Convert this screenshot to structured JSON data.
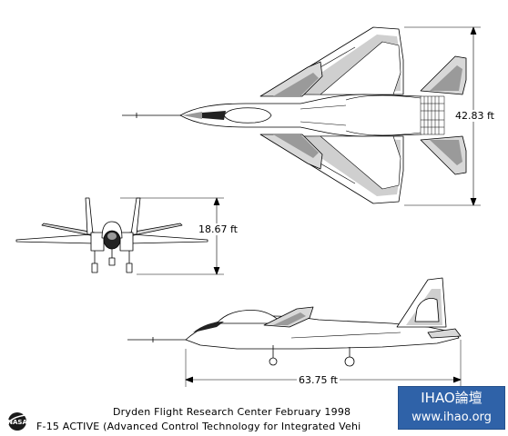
{
  "dimensions": {
    "wingspan": "42.83 ft",
    "height": "18.67 ft",
    "length": "63.75 ft"
  },
  "caption": {
    "line1": "Dryden Flight Research Center  February 1998",
    "line2": "F-15 ACTIVE (Advanced Control Technology for Integrated Vehi"
  },
  "watermark": {
    "brand": "IHAO論壇",
    "url": "www.ihao.org"
  },
  "logo": {
    "text": "NASA",
    "icon": "nasa-meatball-icon"
  },
  "colors": {
    "line": "#000000",
    "light_gray": "#cfcfcf",
    "mid_gray": "#9a9a9a",
    "dark": "#222222",
    "watermark_bg": "#2f62a8"
  }
}
